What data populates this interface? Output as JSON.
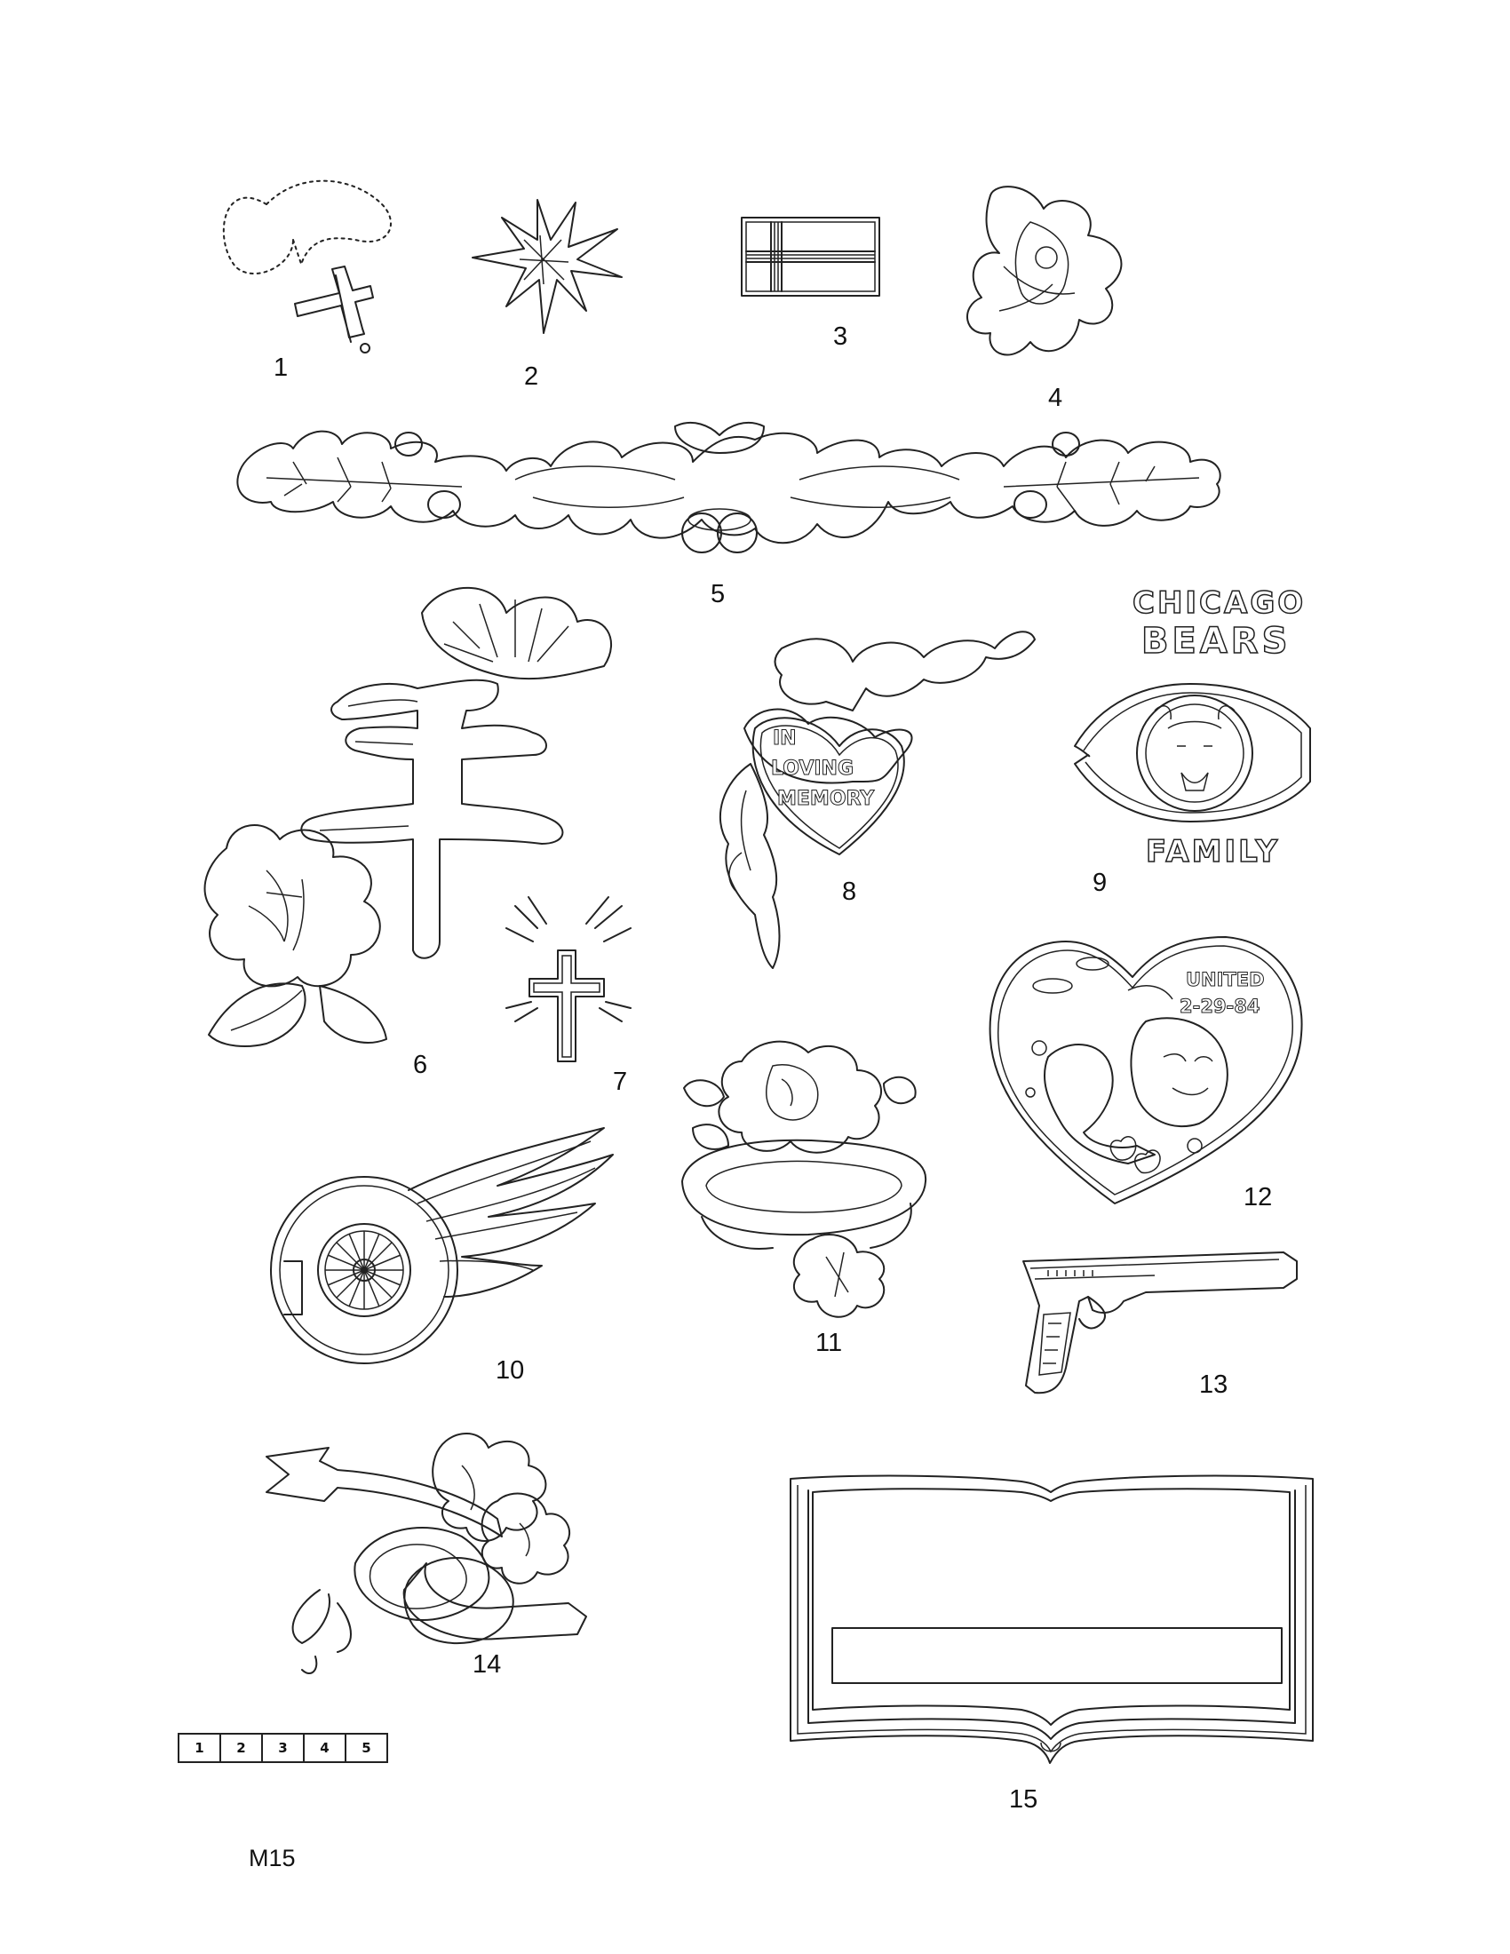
{
  "designs": [
    {
      "number": "1",
      "icon": "rosary-icon"
    },
    {
      "number": "2",
      "icon": "star-burst-icon"
    },
    {
      "number": "3",
      "icon": "flag-icon"
    },
    {
      "number": "4",
      "icon": "magnolia-icon"
    },
    {
      "number": "5",
      "icon": "oak-leaf-border-icon"
    },
    {
      "number": "6",
      "icon": "asian-character-flower-icon"
    },
    {
      "number": "7",
      "icon": "radiant-cross-icon"
    },
    {
      "number": "8",
      "icon": "memory-heart-icon",
      "text": [
        "IN",
        "LOVING",
        "MEMORY"
      ]
    },
    {
      "number": "9",
      "icon": "bears-logo-icon",
      "text": [
        "CHICAGO",
        "BEARS",
        "FAMILY"
      ]
    },
    {
      "number": "10",
      "icon": "winged-wheel-icon"
    },
    {
      "number": "11",
      "icon": "rose-ring-icon"
    },
    {
      "number": "12",
      "icon": "united-heart-icon",
      "text": [
        "UNITED",
        "2-29-84"
      ]
    },
    {
      "number": "13",
      "icon": "pistol-icon"
    },
    {
      "number": "14",
      "icon": "rings-roses-banner-icon"
    },
    {
      "number": "15",
      "icon": "open-book-icon"
    }
  ],
  "scale_ruler": [
    "1",
    "2",
    "3",
    "4",
    "5"
  ],
  "sheet_code": "M15"
}
